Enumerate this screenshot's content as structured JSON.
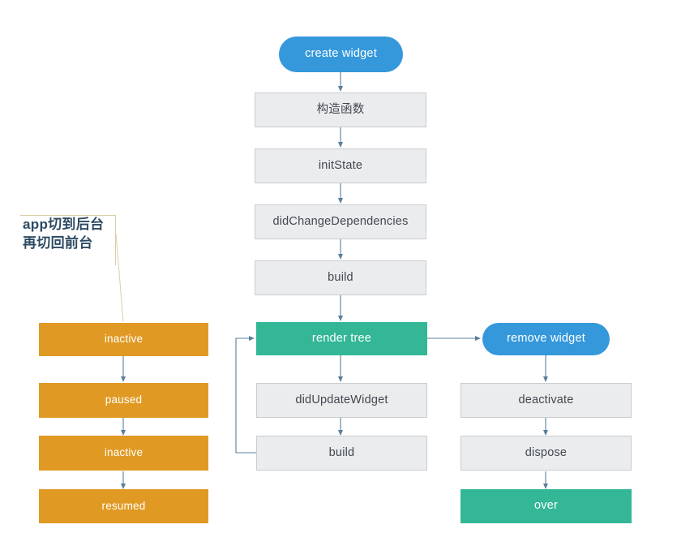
{
  "diagram": {
    "title": "Flutter Widget Lifecycle Flowchart",
    "background": "#ffffff",
    "colors": {
      "blue": "#3498db",
      "teal": "#33b796",
      "orange": "#e09a24",
      "gray_fill": "#ebecee",
      "gray_border": "#c9ccd1",
      "gray_text": "#41484f",
      "arrow": "#5b7f99",
      "callout_border": "#d9cfa8",
      "callout_text": "#2d4a63"
    },
    "annotation": {
      "text": "app切到后台\n再切回前台"
    },
    "nodes": {
      "create_widget": {
        "label": "create widget",
        "shape": "pill",
        "color": "blue"
      },
      "constructor": {
        "label": "构造函数",
        "shape": "rect",
        "color": "gray"
      },
      "init_state": {
        "label": "initState",
        "shape": "rect",
        "color": "gray"
      },
      "did_change_dependencies": {
        "label": "didChangeDependencies",
        "shape": "rect",
        "color": "gray"
      },
      "build_main": {
        "label": "build",
        "shape": "rect",
        "color": "gray"
      },
      "render_tree": {
        "label": "render tree",
        "shape": "rect",
        "color": "teal"
      },
      "did_update_widget": {
        "label": "didUpdateWidget",
        "shape": "rect",
        "color": "gray"
      },
      "build_loop": {
        "label": "build",
        "shape": "rect",
        "color": "gray"
      },
      "remove_widget": {
        "label": "remove widget",
        "shape": "pill",
        "color": "blue"
      },
      "deactivate": {
        "label": "deactivate",
        "shape": "rect",
        "color": "gray"
      },
      "dispose": {
        "label": "dispose",
        "shape": "rect",
        "color": "gray"
      },
      "over": {
        "label": "over",
        "shape": "rect",
        "color": "teal"
      },
      "inactive_1": {
        "label": "inactive",
        "shape": "rect",
        "color": "orange"
      },
      "paused": {
        "label": "paused",
        "shape": "rect",
        "color": "orange"
      },
      "inactive_2": {
        "label": "inactive",
        "shape": "rect",
        "color": "orange"
      },
      "resumed": {
        "label": "resumed",
        "shape": "rect",
        "color": "orange"
      }
    }
  }
}
